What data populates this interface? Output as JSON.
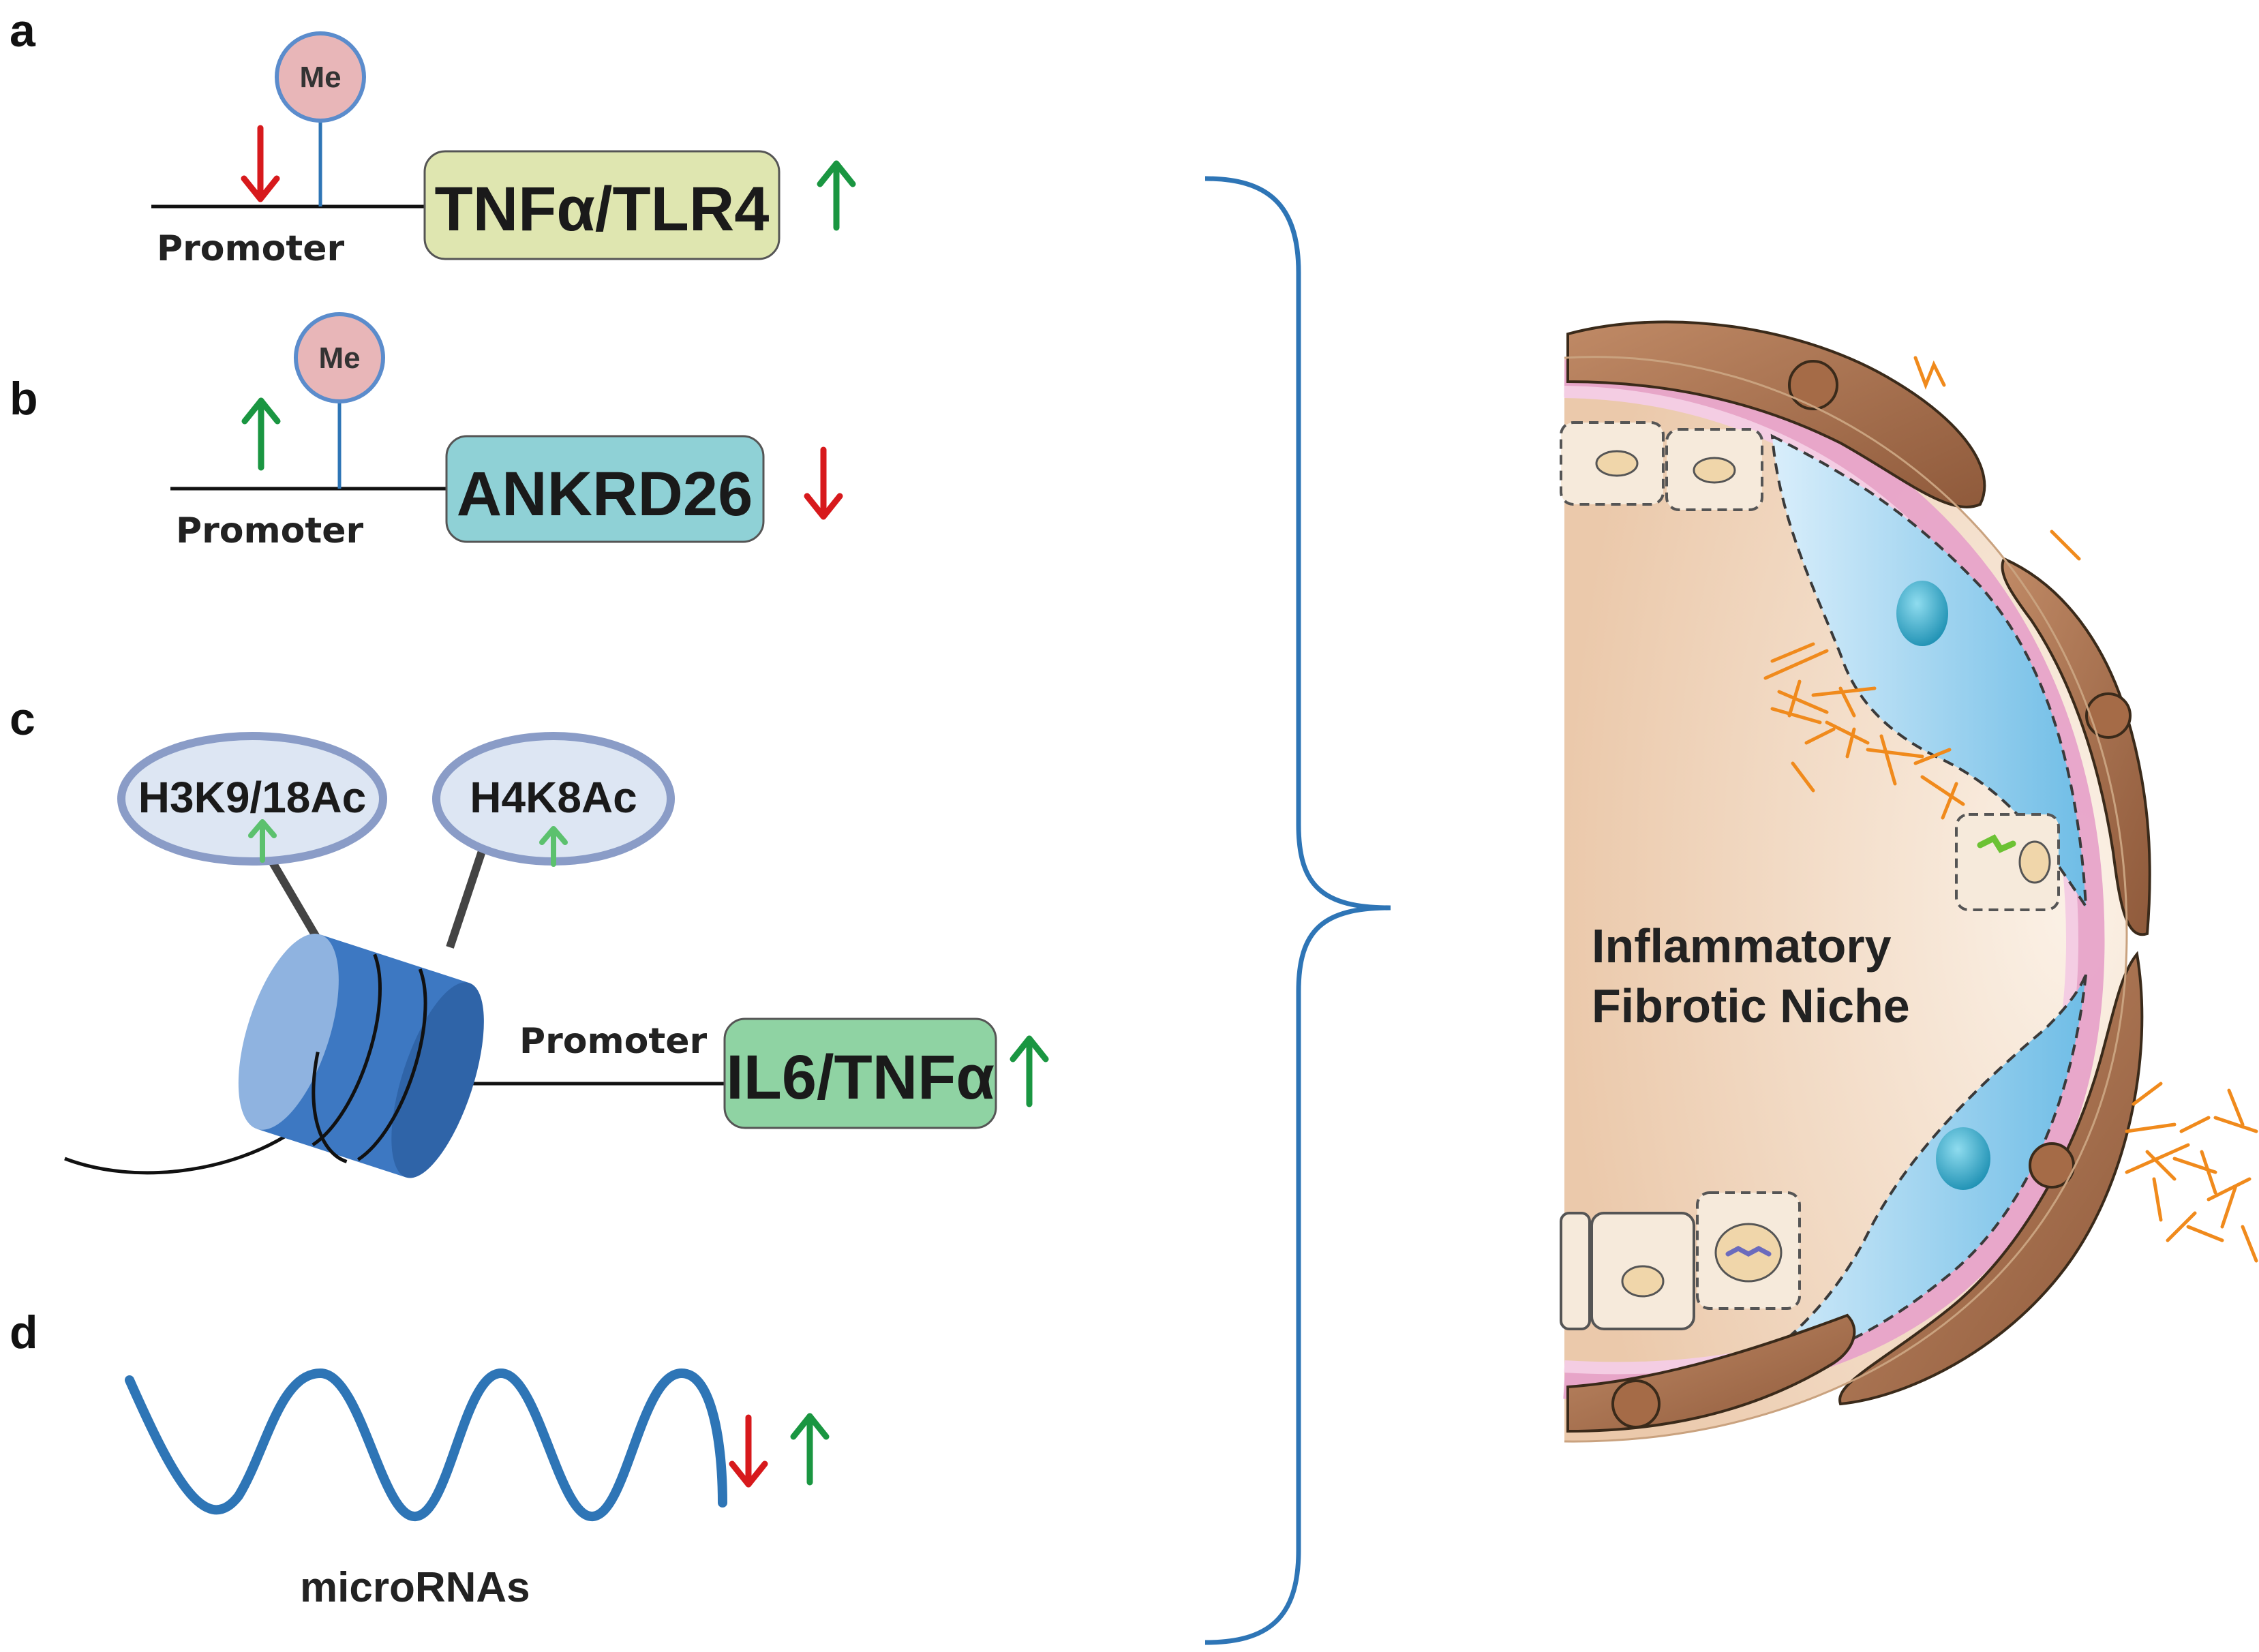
{
  "panels": {
    "a": {
      "letter": "a",
      "promoter": "Promoter",
      "me": "Me",
      "gene": "TNFα/TLR4",
      "gene_color": "#dfe6b0",
      "promoter_arrow": "down",
      "gene_arrow": "up"
    },
    "b": {
      "letter": "b",
      "promoter": "Promoter",
      "me": "Me",
      "gene": "ANKRD26",
      "gene_color": "#8fd1d6",
      "promoter_arrow": "up",
      "gene_arrow": "down"
    },
    "c": {
      "letter": "c",
      "histone_1": "H3K9/18Ac",
      "histone_2": "H4K8Ac",
      "promoter": "Promoter",
      "gene": "IL6/TNFα",
      "gene_color": "#8fd3a3",
      "gene_arrow": "up"
    },
    "d": {
      "letter": "d",
      "label": "microRNAs",
      "arrows": [
        "down",
        "up"
      ]
    }
  },
  "niche": {
    "line1": "Inflammatory",
    "line2": "Fibrotic Niche"
  },
  "colors": {
    "up_arrow": "#1a9641",
    "down_arrow": "#d7191c",
    "brace": "#2e75b6",
    "histone_fill": "#dde6f3",
    "histone_stroke": "#8a9cc7",
    "methyl_fill": "#e8b6b8",
    "nucleosome": "#3d78c2",
    "fibrils": "#f08a1c"
  },
  "icons": [
    "methyl-group-icon",
    "nucleosome-icon",
    "up-arrow-icon",
    "down-arrow-icon",
    "microrna-wave-icon",
    "alveolus-icon",
    "curly-brace-icon"
  ]
}
